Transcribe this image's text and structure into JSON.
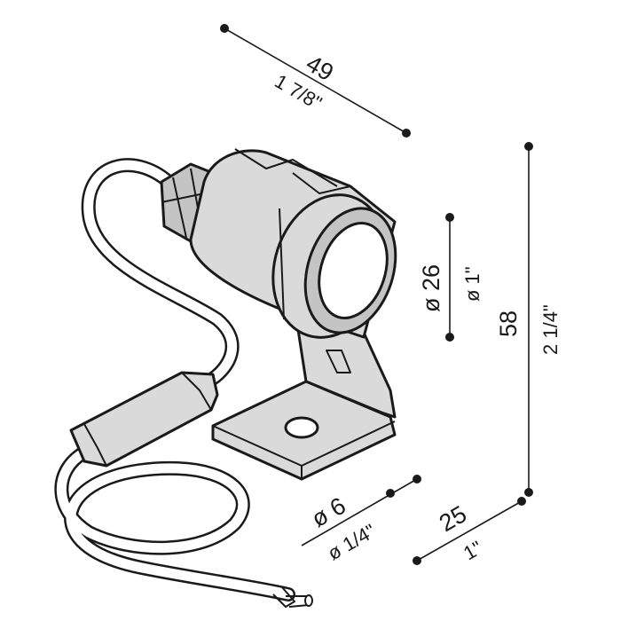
{
  "dimensions": {
    "depth": {
      "metric": "49",
      "imperial": "1 7/8\""
    },
    "lens_diameter": {
      "metric": "ø 26",
      "imperial": "ø 1\""
    },
    "height": {
      "metric": "58",
      "imperial": "2 1/4\""
    },
    "hole_diameter": {
      "metric": "ø 6",
      "imperial": "ø 1/4\""
    },
    "base_width": {
      "metric": "25",
      "imperial": "1\""
    }
  },
  "colors": {
    "line": "#1a1a1a",
    "body_fill": "#dadada",
    "lens_fill": "#ffffff"
  }
}
